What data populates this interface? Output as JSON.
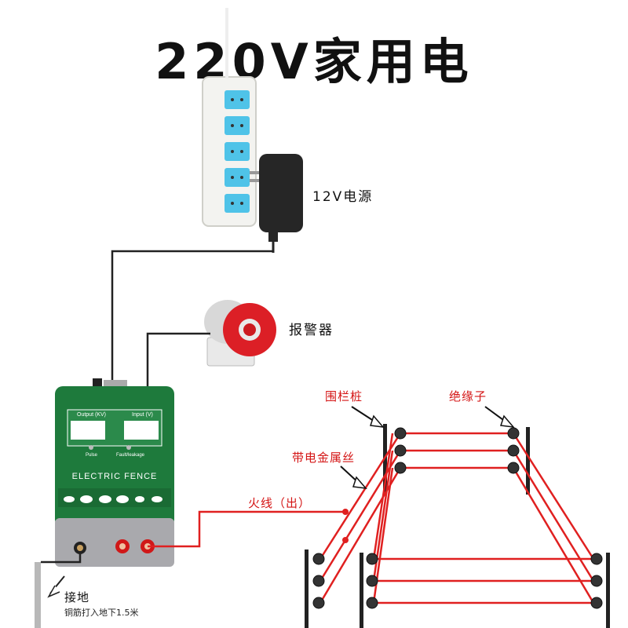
{
  "title": "220V家用电",
  "labels": {
    "power_12v": "12V电源",
    "alarm": "报警器",
    "fence_post": "围栏桩",
    "insulator": "绝缘子",
    "live_wire_metal": "带电金属丝",
    "fire_line_out": "火线（出）",
    "ground": "接地",
    "ground_note": "铜筋打入地下1.5米"
  },
  "device": {
    "output_label": "Output (KV)",
    "input_label": "Input (V)",
    "pulse_label": "Pulse",
    "fault_label": "Fault/leakage",
    "name": "ELECTRIC FENCE"
  },
  "colors": {
    "device_green": "#1e7a3c",
    "wire_red": "#e02020",
    "wire_black": "#222222",
    "socket_blue": "#4fc3e8",
    "label_red": "#d41414"
  }
}
